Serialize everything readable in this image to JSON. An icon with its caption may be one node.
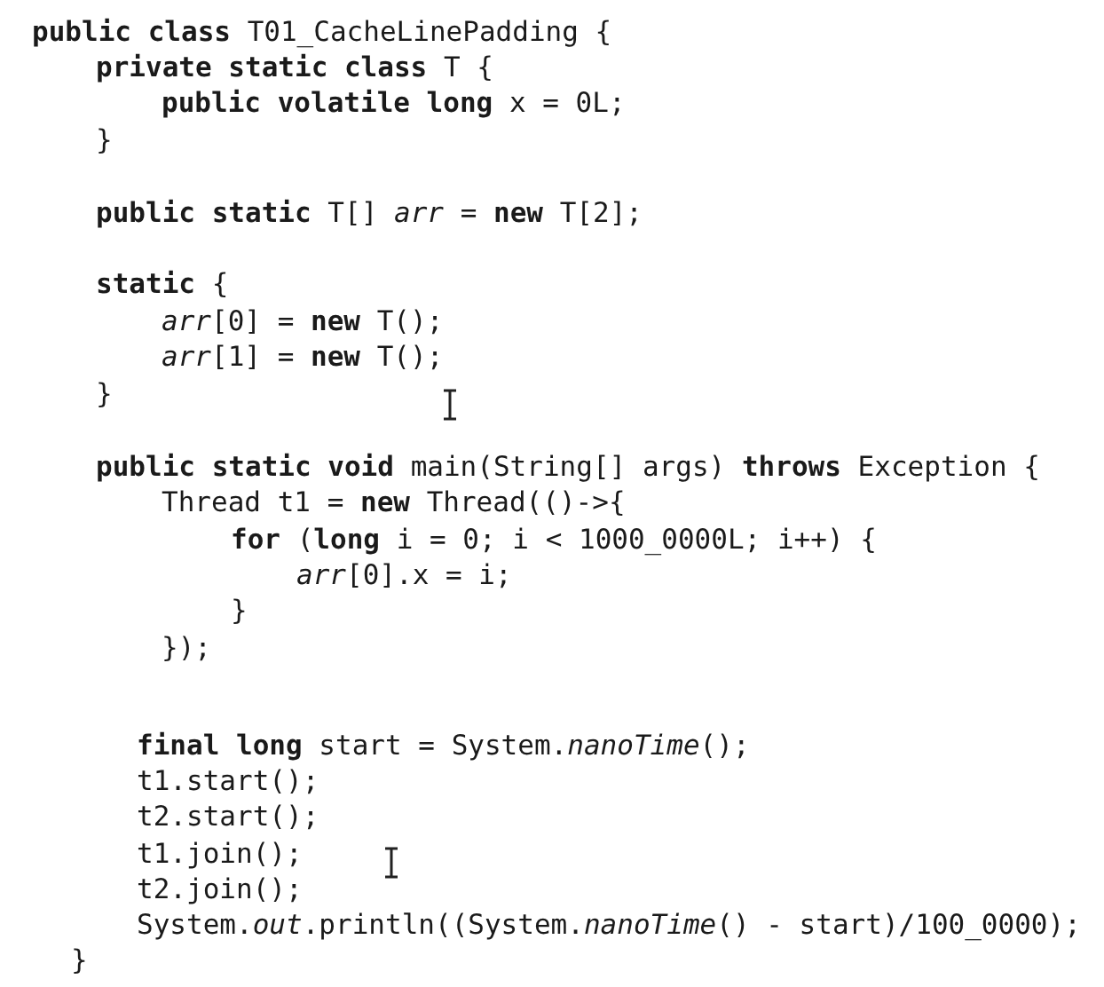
{
  "diagram": {
    "labels": [
      "**public class** T01_CacheLinePadding {",
      "**private static class** T {",
      "**public volatile long** x = 0L;",
      "}",
      "**public static** T[] *arr* = **new** T[2];",
      "**static** {",
      "*arr*[0] = **new** T();",
      "*arr*[1] = **new** T();",
      "}",
      "**public static void** main(String[] args) **throws** Exception {",
      "Thread t1 = **new** Thread(()->{",
      "**for** (**long** i = 0; i < 1000_0000L; i++) {",
      "*arr*[0].x = i;",
      "}",
      "});",
      "**final long** start = System.*nanoTime*();",
      "t1.start();",
      "t2.start();",
      "t1.join();",
      "t2.join();",
      "System.*out*.println((System.*nanoTime*() - start)/100_0000);",
      "}"
    ]
  }
}
